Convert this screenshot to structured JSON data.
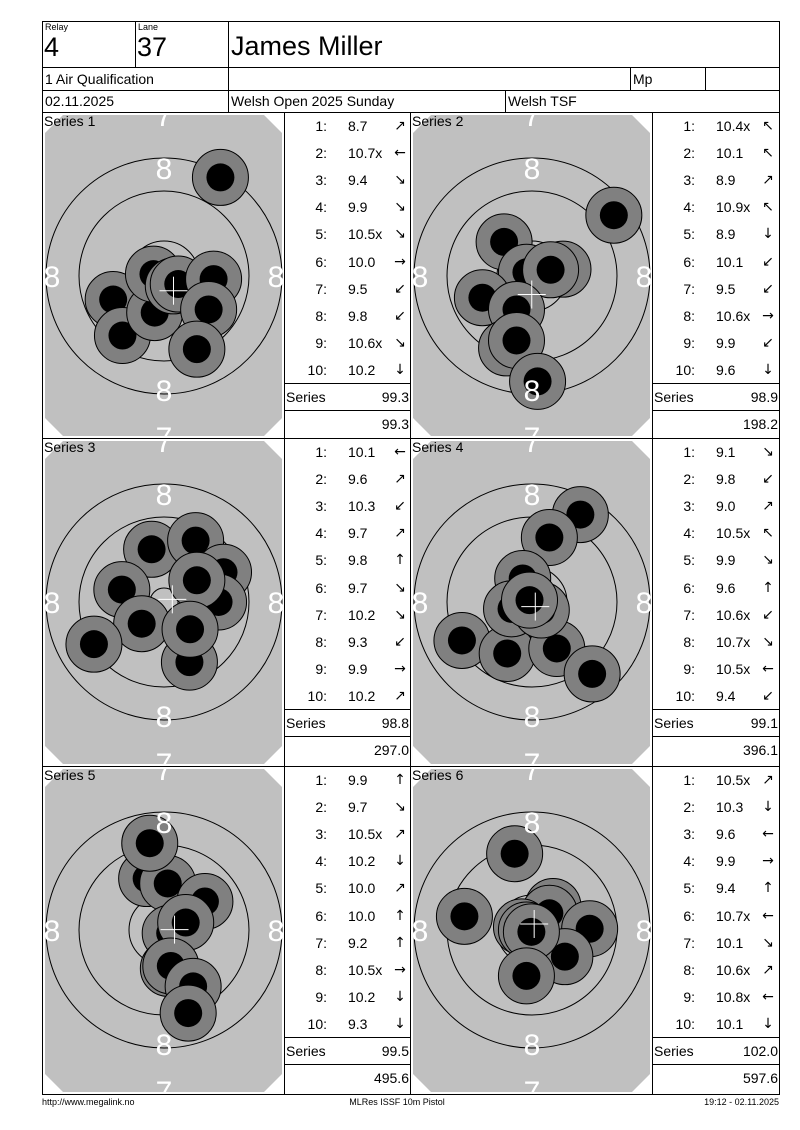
{
  "header": {
    "relay_label": "Relay",
    "relay": "4",
    "lane_label": "Lane",
    "lane": "37",
    "shooter_name": "James Miller",
    "event": "1 Air Qualification",
    "class_label": "Mp",
    "date": "02.11.2025",
    "competition": "Welsh Open 2025 Sunday",
    "organizer": "Welsh TSF"
  },
  "target_labels": {
    "ring8": "8",
    "ring7": "7"
  },
  "colors": {
    "target_bg": "#c0c0c0",
    "shot_ring": "#808080",
    "shot_core": "#000000",
    "cross": "#ffffff"
  },
  "series": [
    {
      "label": "Series 1",
      "sum_label": "Series",
      "sum": "99.3",
      "cumulative": "99.3",
      "shots": [
        {
          "n": "1:",
          "score": "8.7",
          "dir": "ne"
        },
        {
          "n": "2:",
          "score": "10.7x",
          "dir": "w"
        },
        {
          "n": "3:",
          "score": "9.4",
          "dir": "se"
        },
        {
          "n": "4:",
          "score": "9.9",
          "dir": "se"
        },
        {
          "n": "5:",
          "score": "10.5x",
          "dir": "se"
        },
        {
          "n": "6:",
          "score": "10.0",
          "dir": "e"
        },
        {
          "n": "7:",
          "score": "9.5",
          "dir": "sw"
        },
        {
          "n": "8:",
          "score": "9.8",
          "dir": "sw"
        },
        {
          "n": "9:",
          "score": "10.6x",
          "dir": "se"
        },
        {
          "n": "10:",
          "score": "10.2",
          "dir": "s"
        }
      ],
      "impacts_mm": [
        [
          9.1,
          -15.9
        ],
        [
          -8.2,
          3.8
        ],
        [
          -6.7,
          9.6
        ],
        [
          -1.5,
          5.9
        ],
        [
          -1.7,
          -0.3
        ],
        [
          1.5,
          1.6
        ],
        [
          2.3,
          1.3
        ],
        [
          8.0,
          0.5
        ],
        [
          7.2,
          5.4
        ],
        [
          5.3,
          11.8
        ]
      ]
    },
    {
      "label": "Series 2",
      "sum_label": "Series",
      "sum": "98.9",
      "cumulative": "198.2",
      "shots": [
        {
          "n": "1:",
          "score": "10.4x",
          "dir": "nw"
        },
        {
          "n": "2:",
          "score": "10.1",
          "dir": "nw"
        },
        {
          "n": "3:",
          "score": "8.9",
          "dir": "ne"
        },
        {
          "n": "4:",
          "score": "10.9x",
          "dir": "nw"
        },
        {
          "n": "5:",
          "score": "8.9",
          "dir": "s"
        },
        {
          "n": "6:",
          "score": "10.1",
          "dir": "sw"
        },
        {
          "n": "7:",
          "score": "9.5",
          "dir": "sw"
        },
        {
          "n": "8:",
          "score": "10.6x",
          "dir": "e"
        },
        {
          "n": "9:",
          "score": "9.9",
          "dir": "sw"
        },
        {
          "n": "10:",
          "score": "9.6",
          "dir": "s"
        }
      ],
      "impacts_mm": [
        [
          13.2,
          -9.8
        ],
        [
          -4.5,
          -5.5
        ],
        [
          -0.9,
          -0.6
        ],
        [
          5.0,
          -1.1
        ],
        [
          3.0,
          -1.0
        ],
        [
          -8.0,
          3.5
        ],
        [
          -2.5,
          5.4
        ],
        [
          -4.1,
          11.6
        ],
        [
          -2.5,
          10.4
        ],
        [
          0.9,
          17.0
        ]
      ]
    },
    {
      "label": "Series 3",
      "sum_label": "Series",
      "sum": "98.8",
      "cumulative": "297.0",
      "shots": [
        {
          "n": "1:",
          "score": "10.1",
          "dir": "w"
        },
        {
          "n": "2:",
          "score": "9.6",
          "dir": "ne"
        },
        {
          "n": "3:",
          "score": "10.3",
          "dir": "sw"
        },
        {
          "n": "4:",
          "score": "9.7",
          "dir": "ne"
        },
        {
          "n": "5:",
          "score": "9.8",
          "dir": "n"
        },
        {
          "n": "6:",
          "score": "9.7",
          "dir": "se"
        },
        {
          "n": "7:",
          "score": "10.2",
          "dir": "se"
        },
        {
          "n": "8:",
          "score": "9.3",
          "dir": "sw"
        },
        {
          "n": "9:",
          "score": "9.9",
          "dir": "e"
        },
        {
          "n": "10:",
          "score": "10.2",
          "dir": "ne"
        }
      ],
      "impacts_mm": [
        [
          -2.0,
          -8.5
        ],
        [
          5.1,
          -9.9
        ],
        [
          9.6,
          -4.8
        ],
        [
          -6.8,
          -2.0
        ],
        [
          8.8,
          0.0
        ],
        [
          5.3,
          -3.5
        ],
        [
          -3.6,
          3.5
        ],
        [
          4.1,
          9.7
        ],
        [
          4.2,
          4.4
        ],
        [
          -11.3,
          6.8
        ]
      ]
    },
    {
      "label": "Series 4",
      "sum_label": "Series",
      "sum": "99.1",
      "cumulative": "396.1",
      "shots": [
        {
          "n": "1:",
          "score": "9.1",
          "dir": "se"
        },
        {
          "n": "2:",
          "score": "9.8",
          "dir": "sw"
        },
        {
          "n": "3:",
          "score": "9.0",
          "dir": "ne"
        },
        {
          "n": "4:",
          "score": "10.5x",
          "dir": "nw"
        },
        {
          "n": "5:",
          "score": "9.9",
          "dir": "se"
        },
        {
          "n": "6:",
          "score": "9.6",
          "dir": "n"
        },
        {
          "n": "7:",
          "score": "10.6x",
          "dir": "sw"
        },
        {
          "n": "8:",
          "score": "10.7x",
          "dir": "se"
        },
        {
          "n": "9:",
          "score": "10.5x",
          "dir": "w"
        },
        {
          "n": "10:",
          "score": "9.4",
          "dir": "sw"
        }
      ],
      "impacts_mm": [
        [
          7.8,
          -14.1
        ],
        [
          2.8,
          -10.4
        ],
        [
          -1.5,
          -3.8
        ],
        [
          -11.3,
          6.2
        ],
        [
          -4.0,
          8.3
        ],
        [
          4.0,
          7.5
        ],
        [
          9.7,
          11.6
        ],
        [
          -3.3,
          1.1
        ],
        [
          1.5,
          1.3
        ],
        [
          -0.4,
          -0.3
        ]
      ]
    },
    {
      "label": "Series 5",
      "sum_label": "Series",
      "sum": "99.5",
      "cumulative": "495.6",
      "shots": [
        {
          "n": "1:",
          "score": "9.9",
          "dir": "n"
        },
        {
          "n": "2:",
          "score": "9.7",
          "dir": "se"
        },
        {
          "n": "3:",
          "score": "10.5x",
          "dir": "ne"
        },
        {
          "n": "4:",
          "score": "10.2",
          "dir": "s"
        },
        {
          "n": "5:",
          "score": "10.0",
          "dir": "ne"
        },
        {
          "n": "6:",
          "score": "10.0",
          "dir": "n"
        },
        {
          "n": "7:",
          "score": "9.2",
          "dir": "n"
        },
        {
          "n": "8:",
          "score": "10.5x",
          "dir": "e"
        },
        {
          "n": "9:",
          "score": "10.2",
          "dir": "s"
        },
        {
          "n": "10:",
          "score": "9.3",
          "dir": "s"
        }
      ],
      "impacts_mm": [
        [
          -2.8,
          -8.3
        ],
        [
          0.6,
          -7.5
        ],
        [
          6.6,
          -4.6
        ],
        [
          1.0,
          0.5
        ],
        [
          3.5,
          -1.2
        ],
        [
          0.7,
          6.2
        ],
        [
          1.1,
          5.8
        ],
        [
          4.7,
          9.1
        ],
        [
          3.9,
          13.4
        ],
        [
          -2.3,
          -14.0
        ]
      ]
    },
    {
      "label": "Series 6",
      "sum_label": "Series",
      "sum": "102.0",
      "cumulative": "597.6",
      "shots": [
        {
          "n": "1:",
          "score": "10.5x",
          "dir": "ne"
        },
        {
          "n": "2:",
          "score": "10.3",
          "dir": "s"
        },
        {
          "n": "3:",
          "score": "9.6",
          "dir": "w"
        },
        {
          "n": "4:",
          "score": "9.9",
          "dir": "e"
        },
        {
          "n": "5:",
          "score": "9.4",
          "dir": "n"
        },
        {
          "n": "6:",
          "score": "10.7x",
          "dir": "w"
        },
        {
          "n": "7:",
          "score": "10.1",
          "dir": "se"
        },
        {
          "n": "8:",
          "score": "10.6x",
          "dir": "ne"
        },
        {
          "n": "9:",
          "score": "10.8x",
          "dir": "w"
        },
        {
          "n": "10:",
          "score": "10.1",
          "dir": "s"
        }
      ],
      "impacts_mm": [
        [
          -2.8,
          -12.3
        ],
        [
          -10.9,
          -2.2
        ],
        [
          3.4,
          -3.8
        ],
        [
          2.8,
          -2.7
        ],
        [
          9.3,
          -0.2
        ],
        [
          5.3,
          4.3
        ],
        [
          -1.7,
          -0.5
        ],
        [
          -0.9,
          0.0
        ],
        [
          -0.1,
          0.3
        ],
        [
          -0.9,
          7.4
        ]
      ]
    }
  ],
  "footer": {
    "website": "http://www.megalink.no",
    "software": "MLRes ISSF 10m Pistol",
    "printed": "19:12 - 02.11.2025"
  }
}
